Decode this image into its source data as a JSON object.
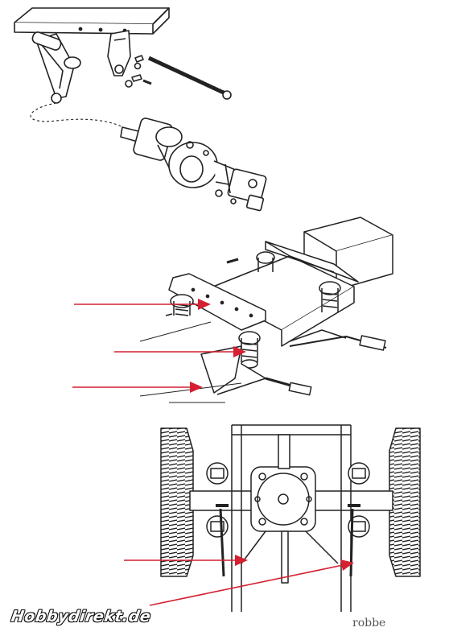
{
  "watermark": {
    "text": "Hobbydirekt.de"
  },
  "brand": {
    "text": "robbe"
  },
  "colors": {
    "arrow": "#d42030",
    "line": "#222222",
    "paper": "#ffffff"
  },
  "panels": [
    {
      "name": "chassis-frame-and-axle-exploded",
      "icon": "exploded-assembly"
    },
    {
      "name": "leaf-spring-suspension-perspective",
      "icon": "suspension-assembly"
    },
    {
      "name": "axle-underside-view",
      "icon": "underside-assembly"
    }
  ]
}
